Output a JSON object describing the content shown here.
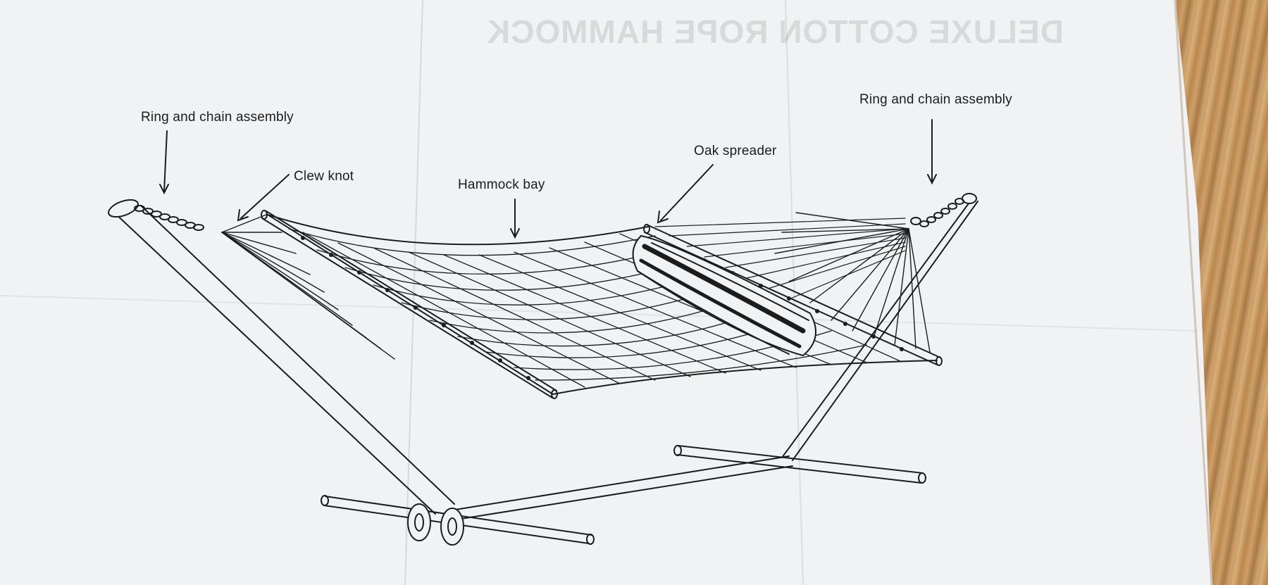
{
  "labels": {
    "ring_chain_left": "Ring and chain assembly",
    "clew_knot": "Clew knot",
    "hammock_bay": "Hammock bay",
    "oak_spreader": "Oak spreader",
    "ring_chain_right": "Ring and chain assembly"
  },
  "bleed_through": {
    "title": "DELUXE COTTON ROPE HAMMOCK"
  },
  "colors": {
    "paper": "#f2f3f4",
    "ink": "#1c1c1c",
    "wood": "#c99a63"
  }
}
